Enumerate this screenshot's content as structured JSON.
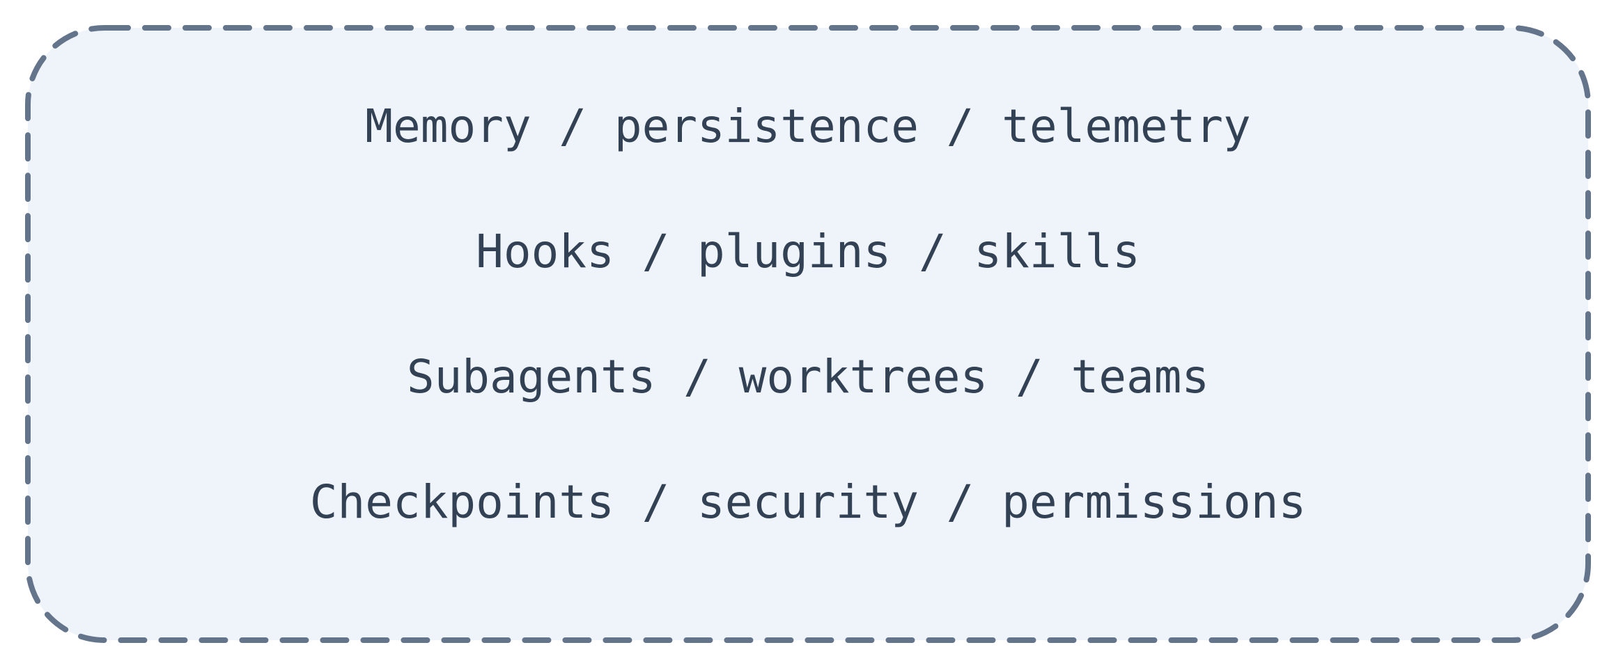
{
  "colors": {
    "panel_fill": "#eff4fa",
    "panel_border": "#64748b",
    "text": "#334155"
  },
  "lines": [
    "Memory / persistence / telemetry",
    "Hooks / plugins / skills",
    "Subagents / worktrees / teams",
    "Checkpoints / security / permissions"
  ]
}
